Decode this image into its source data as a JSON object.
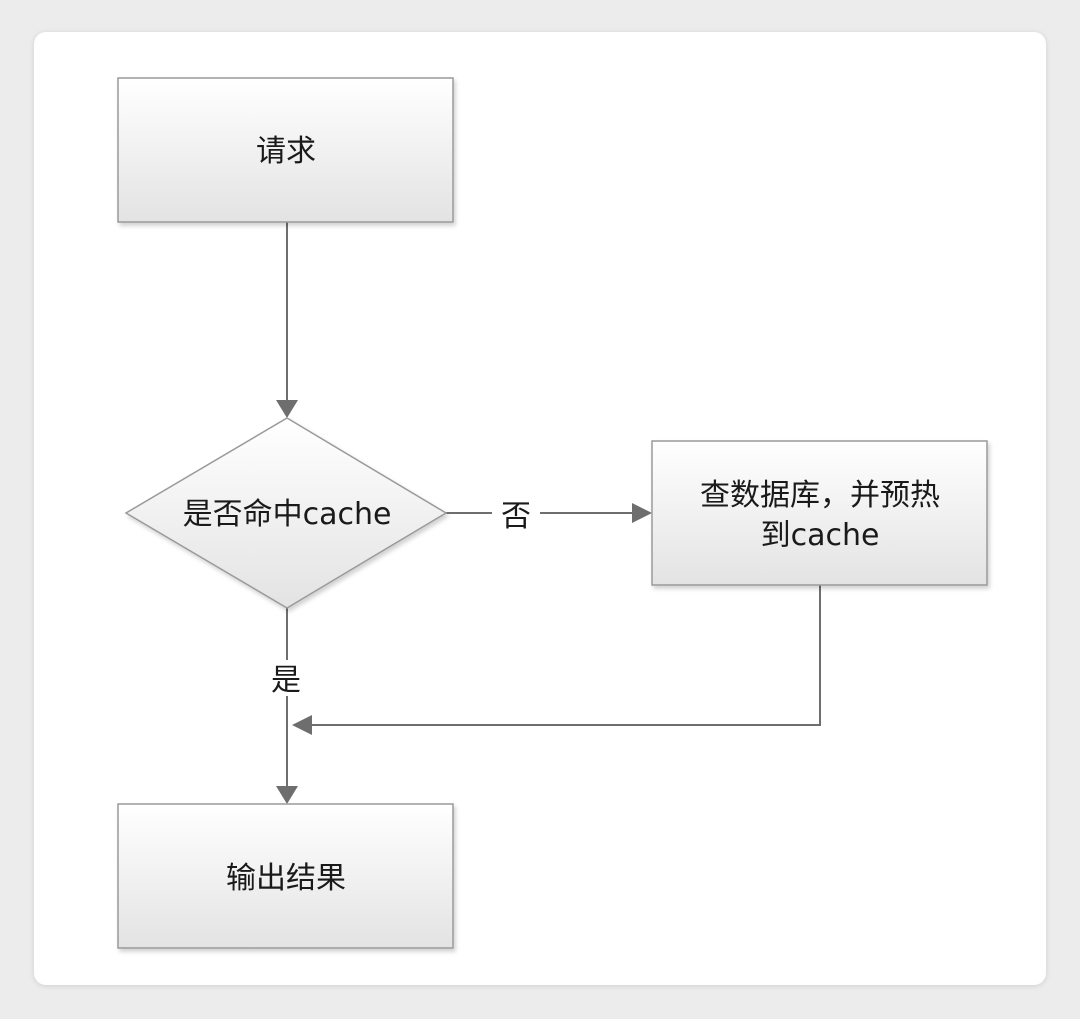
{
  "nodes": {
    "request": "请求",
    "decision": "是否命中cache",
    "db_line1": "查数据库，并预热",
    "db_line2": "到cache",
    "output": "输出结果"
  },
  "edges": {
    "no_label": "否",
    "yes_label": "是"
  },
  "colors": {
    "box_fill_top": "#ffffff",
    "box_fill_bottom": "#e4e4e4",
    "box_stroke": "#9a9a9a",
    "line": "#6e6e6e"
  }
}
